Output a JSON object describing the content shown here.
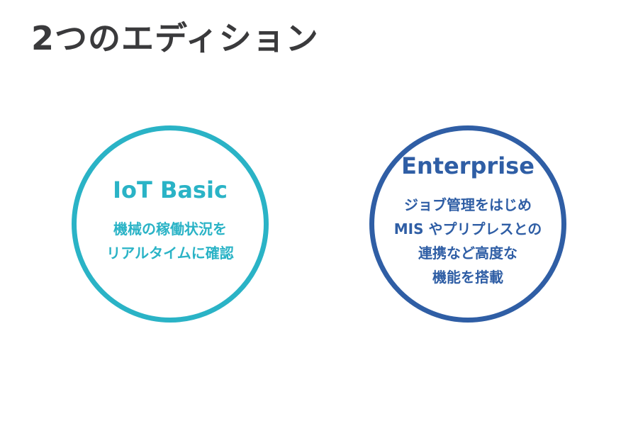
{
  "page": {
    "title": "2つのエディション"
  },
  "colors": {
    "title": "#3a3a3c",
    "basic": "#2ab3c6",
    "enterprise": "#2f5ea5"
  },
  "editions": [
    {
      "name": "IoT Basic",
      "description_lines": [
        "機械の稼働状況を",
        "リアルタイムに確認"
      ]
    },
    {
      "name": "Enterprise",
      "description_lines": [
        "ジョブ管理をはじめ",
        "MIS やプリプレスとの",
        "連携など高度な",
        "機能を搭載"
      ]
    }
  ]
}
